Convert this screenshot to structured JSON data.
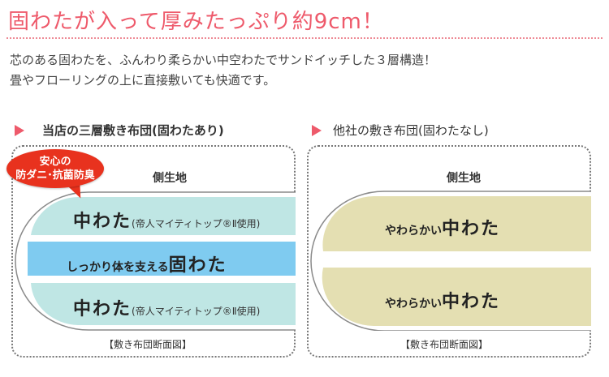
{
  "headline": "固わたが入って厚みたっぷり約9cm！",
  "description": {
    "line1": "芯のある固わたを、ふんわり柔らかい中空わたでサンドイッチした３層構造！",
    "line2": "畳やフローリングの上に直接敷いても快適です。"
  },
  "left_section": {
    "title": "当店の三層敷き布団(固わたあり)",
    "badge_line1": "安心の",
    "badge_line2": "防ダニ･抗菌防臭",
    "side_label": "側生地",
    "top_layer_main": "中わた",
    "top_layer_sub": "(帝人マイティトップ®Ⅱ使用)",
    "middle_layer_lead": "しっかり体を支える",
    "middle_layer_main": "固わた",
    "bottom_layer_main": "中わた",
    "bottom_layer_sub": "(帝人マイティトップ®Ⅱ使用)",
    "caption": "【敷き布団断面図】"
  },
  "right_section": {
    "title": "他社の敷き布団(固わたなし)",
    "side_label": "側生地",
    "top_layer_lead": "やわらかい",
    "top_layer_main": "中わた",
    "bottom_layer_lead": "やわらかい",
    "bottom_layer_main": "中わた",
    "caption": "【敷き布団断面図】"
  },
  "colors": {
    "accent": "#ee5a6b",
    "badge": "#e8321e",
    "soft_wadding": "#bfe6e4",
    "firm_wadding": "#7fcbf0",
    "other_wadding": "#e4dfb2",
    "outline": "#8a8a8a"
  }
}
